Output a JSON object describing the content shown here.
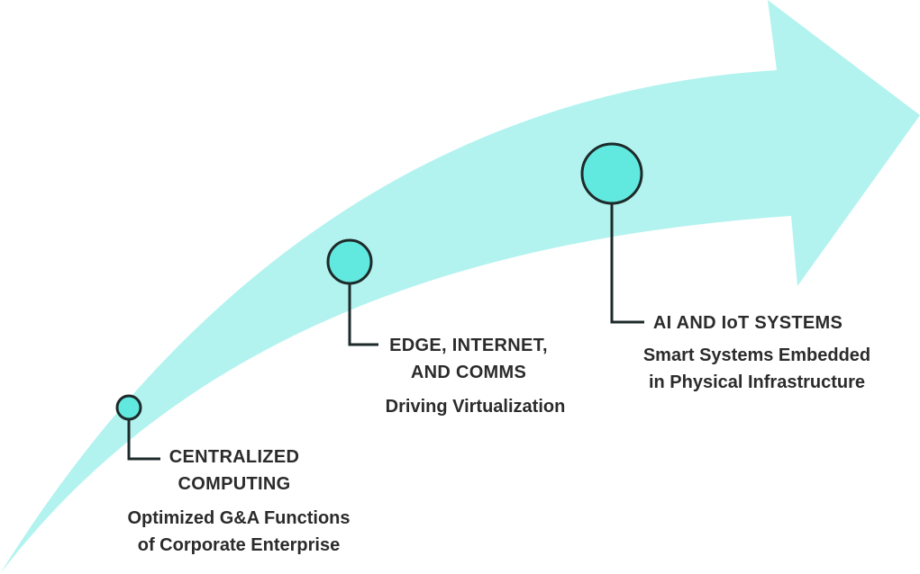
{
  "colors": {
    "arrow_fill": "#b2f3ef",
    "node_fill": "#62e9df",
    "line": "#1e2a2a",
    "text": "#2b2b2b"
  },
  "milestones": [
    {
      "title": "CENTRALIZED\nCOMPUTING",
      "subtitle": "Optimized G&A Functions\nof Corporate Enterprise"
    },
    {
      "title": "EDGE, INTERNET,\nAND COMMS",
      "subtitle": "Driving Virtualization"
    },
    {
      "title": "AI AND IoT SYSTEMS",
      "subtitle": "Smart Systems Embedded\nin Physical Infrastructure"
    }
  ]
}
